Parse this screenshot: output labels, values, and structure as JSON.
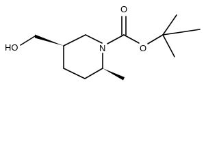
{
  "structure": {
    "atom_labels": {
      "hydroxyl": "HO",
      "ring_nitrogen": "N",
      "carbonyl_oxygen": "O",
      "ester_oxygen": "O"
    }
  },
  "colors": {
    "bond": "#000000",
    "background": "#ffffff"
  }
}
